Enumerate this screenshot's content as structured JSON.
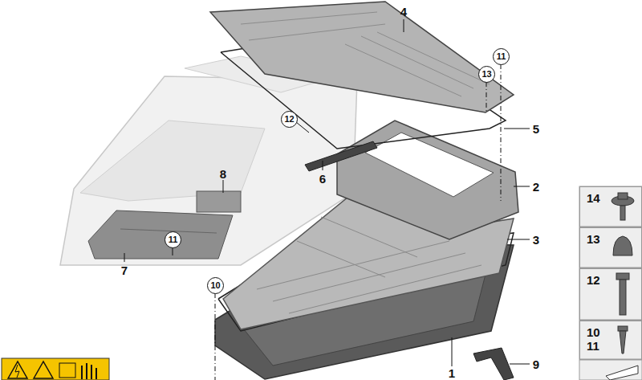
{
  "diagram": {
    "nodes": [
      {
        "text": [
          "11"
        ]
      },
      {
        "text": [
          "13"
        ]
      },
      {
        "text": [
          "12"
        ]
      },
      {
        "text": [
          "11"
        ]
      },
      {
        "text": [
          "10"
        ]
      },
      {
        "text": [
          "14"
        ]
      },
      {
        "text": [
          "13"
        ]
      },
      {
        "text": [
          "12"
        ]
      },
      {
        "text": [
          "10",
          "11"
        ]
      }
    ],
    "edges": [],
    "labels": [
      "4",
      "5",
      "2",
      "3",
      "8",
      "6",
      "7",
      "9",
      "1"
    ]
  }
}
